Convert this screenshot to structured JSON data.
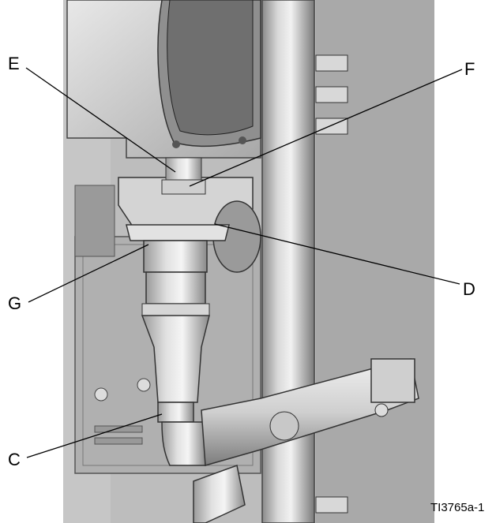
{
  "callouts": [
    {
      "id": "E",
      "label": "E"
    },
    {
      "id": "F",
      "label": "F"
    },
    {
      "id": "D",
      "label": "D"
    },
    {
      "id": "G",
      "label": "G"
    },
    {
      "id": "C",
      "label": "C"
    }
  ],
  "figure_id": "TI3765a-1"
}
